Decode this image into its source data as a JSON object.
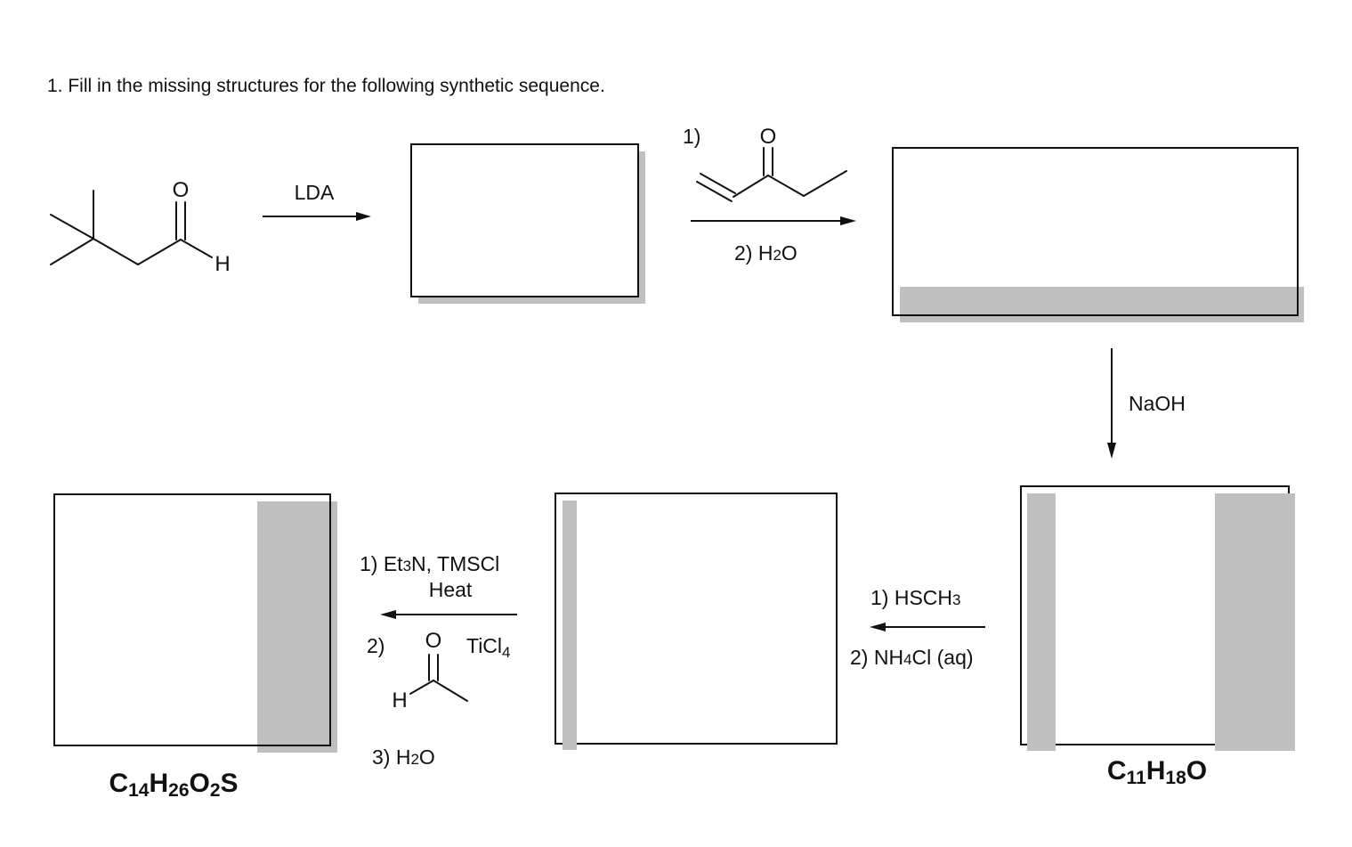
{
  "question": "1. Fill in the missing structures for the following synthetic sequence.",
  "atoms": {
    "oxygen": "O",
    "hydrogen": "H"
  },
  "step1": {
    "reagent": "LDA"
  },
  "step2": {
    "label_1": "1)",
    "label_2_prefix": "2) H",
    "label_2_sub": "2",
    "label_2_suffix": "O"
  },
  "step3": {
    "reagent": "NaOH"
  },
  "step4": {
    "line1_prefix": "1) HSCH",
    "line1_sub": "3",
    "line2_prefix": "2) NH",
    "line2_sub": "4",
    "line2_suffix": "Cl (aq)"
  },
  "step5": {
    "line1_prefix": "1) Et",
    "line1_sub": "3",
    "line1_suffix": "N, TMSCl",
    "line2": "Heat",
    "label_2": "2)",
    "ticl_prefix": "TiCl",
    "ticl_sub": "4",
    "line3_prefix": "3) H",
    "line3_sub": "2",
    "line3_suffix": "O"
  },
  "formulas": {
    "product_c11": {
      "C": "C",
      "c_sub": "11",
      "H": "H",
      "h_sub": "18",
      "O": "O"
    },
    "product_c14": {
      "C": "C",
      "c_sub": "14",
      "H": "H",
      "h_sub": "26",
      "O": "O",
      "o_sub": "2",
      "S": "S"
    }
  },
  "colors": {
    "ink": "#111111",
    "box_shadow": "#bfbfbf",
    "background": "#ffffff"
  }
}
